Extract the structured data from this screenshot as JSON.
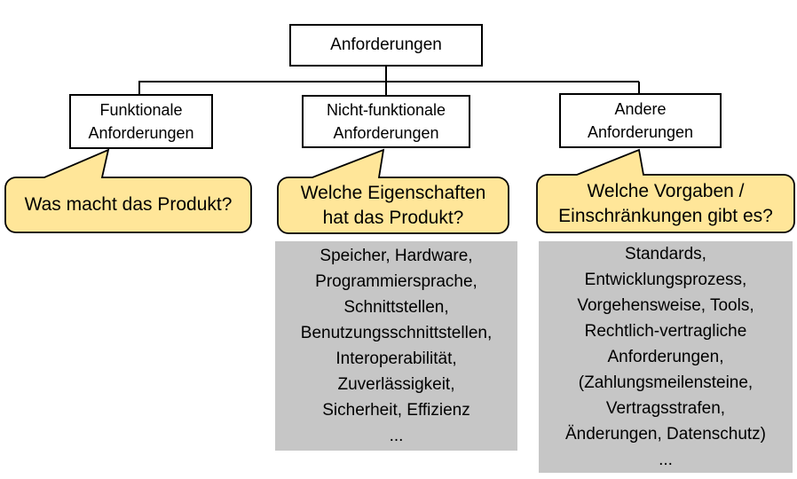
{
  "tree": {
    "root_label": "Anforderungen",
    "children": [
      {
        "label": "Funktionale\nAnforderungen"
      },
      {
        "label": "Nicht-funktionale\nAnforderungen"
      },
      {
        "label": "Andere\nAnforderungen"
      }
    ]
  },
  "callouts": [
    {
      "text": "Was macht das Produkt?"
    },
    {
      "text": "Welche Eigenschaften\nhat das Produkt?"
    },
    {
      "text": "Welche Vorgaben /\nEinschränkungen gibt es?"
    }
  ],
  "detail_boxes": [
    {
      "lines": [
        "Speicher, Hardware,",
        "Programmiersprache,",
        "Schnittstellen,",
        "Benutzungsschnittstellen,",
        "Interoperabilität,",
        "Zuverlässigkeit,",
        "Sicherheit, Effizienz",
        "..."
      ]
    },
    {
      "lines": [
        "Standards,",
        "Entwicklungsprozess,",
        "Vorgehensweise, Tools,",
        "Rechtlich-vertragliche",
        "Anforderungen,",
        "(Zahlungsmeilensteine,",
        "Vertragsstrafen,",
        "Änderungen, Datenschutz)",
        "..."
      ]
    }
  ],
  "colors": {
    "callout_fill": "#FFE699",
    "detail_fill": "#C6C6C6",
    "line_color": "#000000",
    "node_fill": "#FFFFFF"
  }
}
